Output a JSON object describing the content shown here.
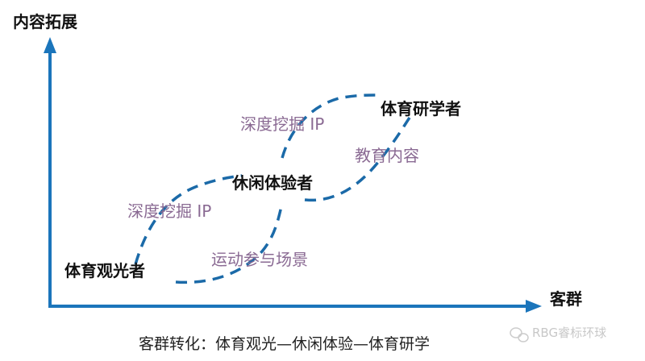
{
  "axes": {
    "y_label": "内容拓展",
    "x_label": "客群"
  },
  "stages": {
    "sports_viewer": "体育观光者",
    "leisure_experiencer": "休闲体验者",
    "sports_researcher": "体育研学者"
  },
  "transitions": {
    "lower_upper": "深度挖掘 IP",
    "lower_lower": "运动参与场景",
    "upper_upper": "深度挖掘 IP",
    "upper_lower": "教育内容"
  },
  "caption": "客群转化：体育观光—休闲体验—体育研学",
  "watermark": "RBG睿标环球",
  "colors": {
    "axis": "#1b75bb",
    "curve": "#1b6aa8",
    "note_text": "#8a6a93"
  },
  "icons": {
    "watermark": "wechat-icon"
  }
}
